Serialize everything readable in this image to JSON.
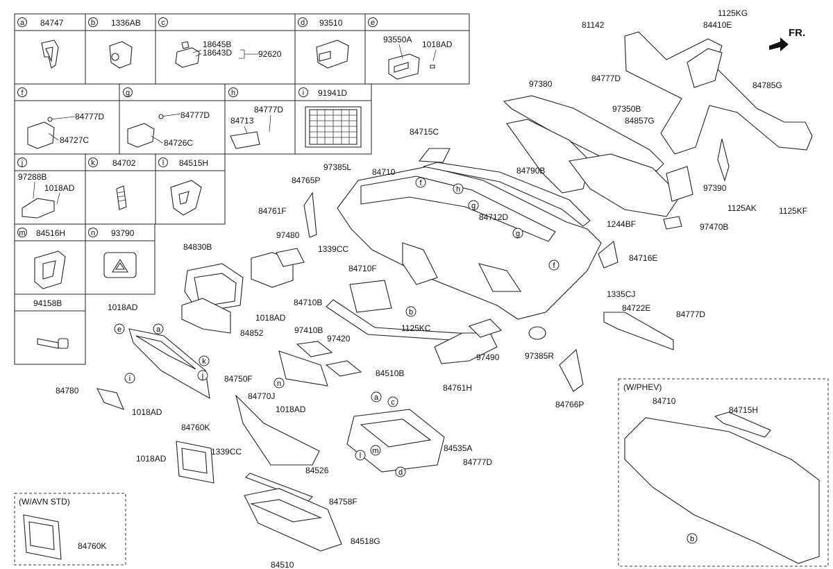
{
  "orientation_label": "FR.",
  "legend": [
    {
      "id": "a",
      "part": "84747"
    },
    {
      "id": "b",
      "part": "1336AB"
    },
    {
      "id": "c",
      "part": ""
    },
    {
      "id": "d",
      "part": "93510"
    },
    {
      "id": "e",
      "part": ""
    },
    {
      "id": "f",
      "part": ""
    },
    {
      "id": "g",
      "part": ""
    },
    {
      "id": "h",
      "part": ""
    },
    {
      "id": "i",
      "part": "91941D"
    },
    {
      "id": "j",
      "part": ""
    },
    {
      "id": "k",
      "part": "84702"
    },
    {
      "id": "l",
      "part": "84515H"
    },
    {
      "id": "m",
      "part": "84516H"
    },
    {
      "id": "n",
      "part": "93790"
    },
    {
      "id": "",
      "part": "94158B"
    }
  ],
  "inset_labels": [
    "18645B",
    "18643D",
    "92620",
    "93550A",
    "1018AD",
    "84777D",
    "84727C",
    "84777D",
    "84726C",
    "84777D",
    "84713",
    "97288B",
    "1018AD"
  ],
  "callouts": [
    "81142",
    "1125KG",
    "84410E",
    "84777D",
    "97380",
    "97350B",
    "84857G",
    "84785G",
    "97390",
    "1125AK",
    "1125KF",
    "97470B",
    "84715C",
    "84790B",
    "97385L",
    "84710",
    "84765P",
    "84712D",
    "84761F",
    "97480",
    "1339CC",
    "84710F",
    "1244BF",
    "84716E",
    "1335CJ",
    "84722E",
    "84777D",
    "84830B",
    "1018AD",
    "1018AD",
    "84852",
    "84710B",
    "97410B",
    "97420",
    "1125KC",
    "97490",
    "97385R",
    "84761H",
    "84766P",
    "84780",
    "1018AD",
    "84750F",
    "84770J",
    "1018AD",
    "84510B",
    "84760K",
    "1339CC",
    "1018AD",
    "84535A",
    "84777D",
    "84526",
    "84758F",
    "84518G",
    "84510",
    "84760K",
    "84710",
    "84715H"
  ],
  "inset_avn": {
    "title": "(W/AVN STD)"
  },
  "inset_phev": {
    "title": "(W/PHEV)"
  },
  "marker_letters": [
    "a",
    "b",
    "c",
    "d",
    "e",
    "f",
    "g",
    "h",
    "i",
    "j",
    "k",
    "l",
    "m",
    "n"
  ]
}
